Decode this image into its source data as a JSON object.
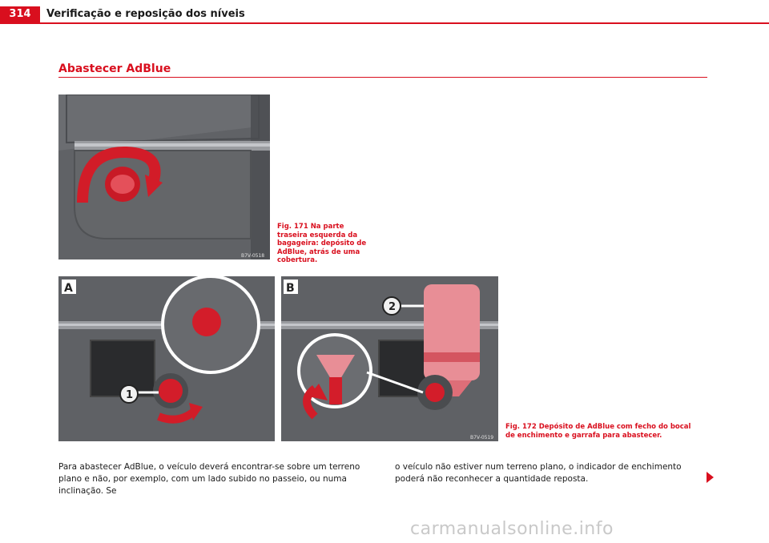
{
  "header": {
    "page_number": "314",
    "title": "Verificação e reposição dos níveis"
  },
  "section": {
    "title": "Abastecer AdBlue"
  },
  "figures": {
    "fig171": {
      "code": "B7V-0518",
      "caption": "Fig. 171   Na parte traseira esquerda da bagageira: depósito de AdBlue, atrás de uma cobertura."
    },
    "fig172": {
      "code": "B7V-0519",
      "label_a": "A",
      "label_b": "B",
      "callout_1": "1",
      "callout_2": "2",
      "caption": "Fig. 172   Depósito de AdBlue com fecho do bocal de enchimento e garrafa para abastecer."
    }
  },
  "body": {
    "col1": "Para abastecer AdBlue, o veículo deverá encontrar-se sobre um terreno plano e não, por exemplo, com um lado subido no passeio, ou numa inclinação. Se",
    "col2": "o veículo não estiver num terreno plano, o indicador de enchimento poderá não reconhecer a quantidade reposta."
  },
  "watermark": "carmanualsonline.info",
  "colors": {
    "accent": "#d90f1e"
  }
}
